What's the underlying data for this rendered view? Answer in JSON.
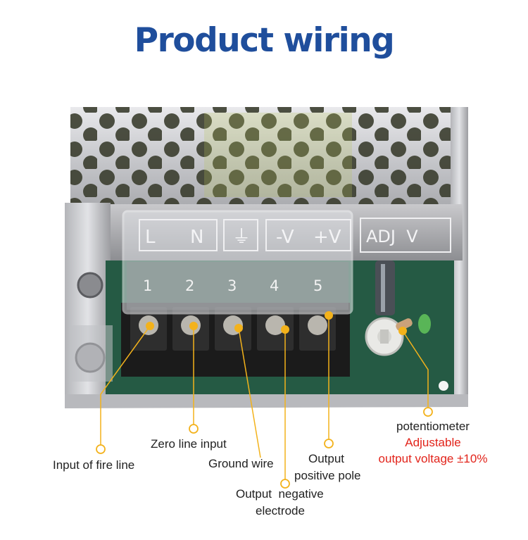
{
  "title": "Product wiring",
  "module": {
    "terminal_labels": [
      "L",
      "N",
      "⏚",
      "-V",
      "+V"
    ],
    "adj_label": "ADJ  V",
    "terminal_numbers": [
      "1",
      "2",
      "3",
      "4",
      "5"
    ],
    "marker_color": "#f3b21b"
  },
  "callouts": {
    "fire_line": "Input of fire line",
    "zero_line": "Zero line input",
    "ground": "Ground wire",
    "negative_line1": "Output  negative",
    "negative_line2": "electrode",
    "positive_line1": "Output",
    "positive_line2": "positive pole",
    "pot_line1": "potentiometer",
    "pot_line2": "Adjustable",
    "pot_line3": "output voltage ±10%"
  },
  "colors": {
    "title": "#1f4e9c",
    "accent_red": "#e2231a",
    "callout_yellow": "#f3b21b"
  }
}
